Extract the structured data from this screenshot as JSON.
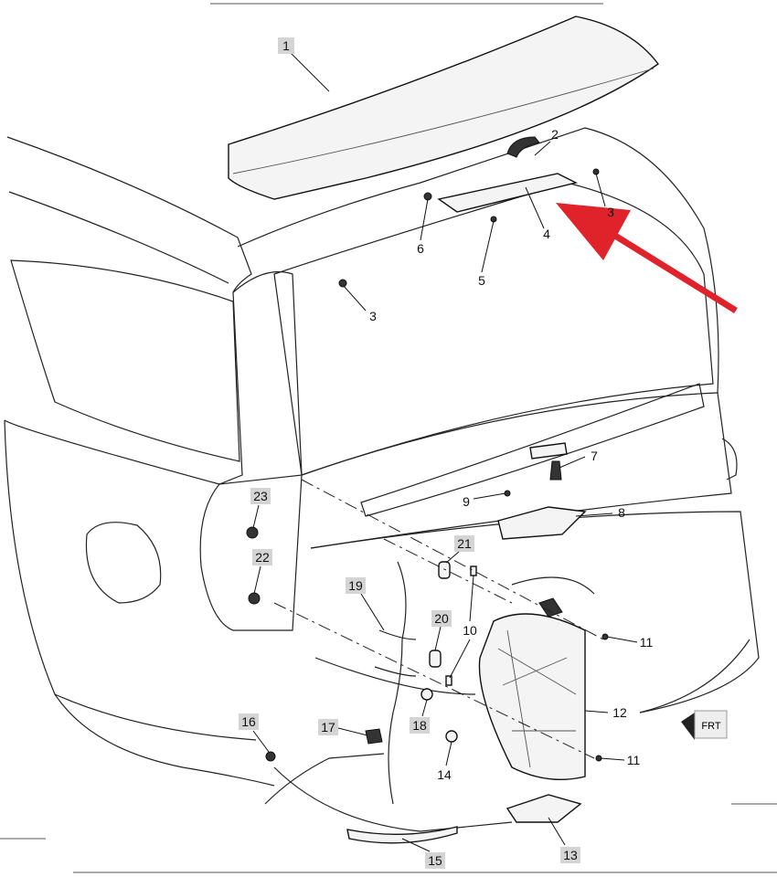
{
  "diagram": {
    "callouts": [
      "1",
      "2",
      "3",
      "4",
      "5",
      "6",
      "3",
      "7",
      "8",
      "9",
      "21",
      "19",
      "20",
      "10",
      "23",
      "22",
      "11",
      "12",
      "11",
      "16",
      "17",
      "18",
      "14",
      "13",
      "15"
    ],
    "orientation_marker": "FRT",
    "colors": {
      "arrow": "#e0232a",
      "line": "#222222",
      "label_box": "#d4d4d4"
    }
  }
}
